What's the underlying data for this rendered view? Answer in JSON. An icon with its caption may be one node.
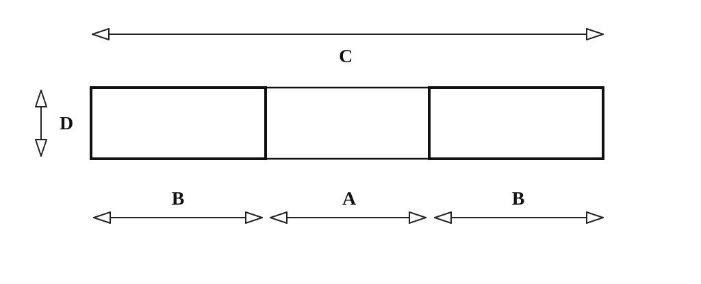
{
  "diagram": {
    "labels": [
      "C",
      "D",
      "B",
      "A",
      "B"
    ]
  }
}
